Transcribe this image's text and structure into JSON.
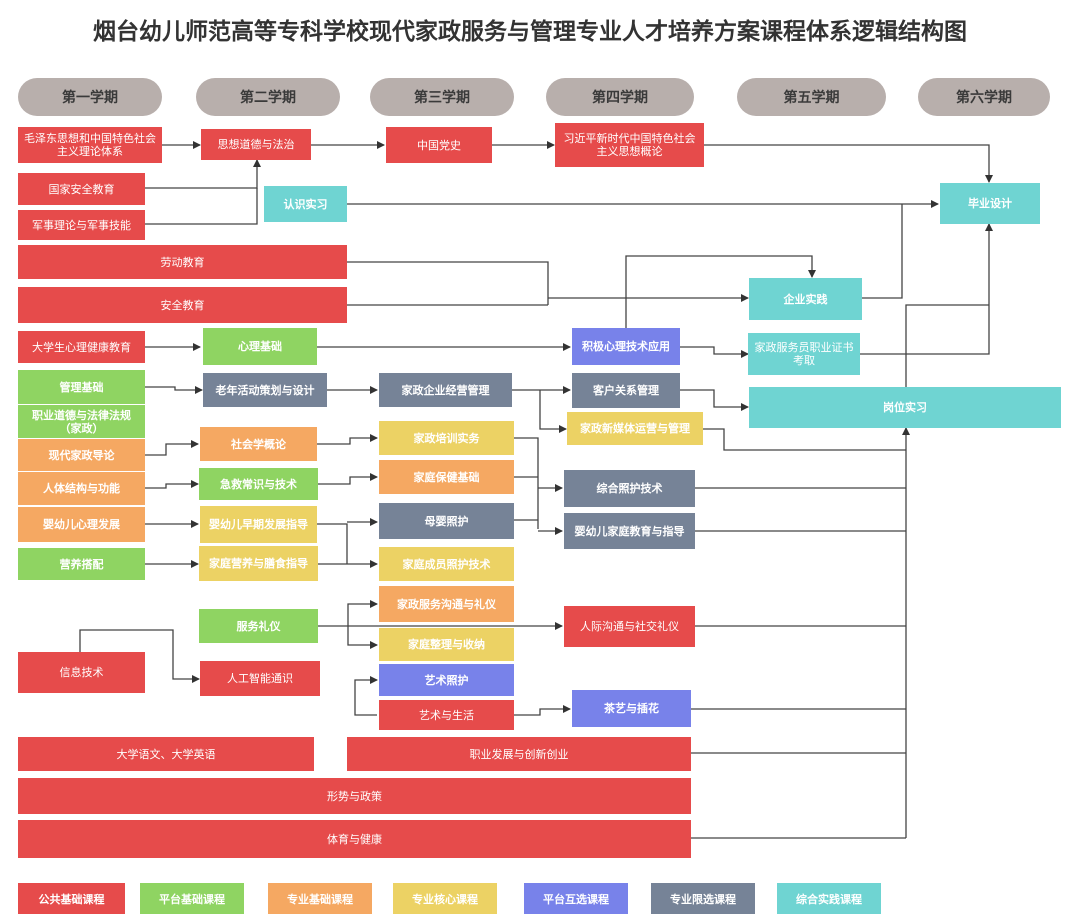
{
  "title": "烟台幼儿师范高等专科学校现代家政服务与管理专业人才培养方案课程体系逻辑结构图",
  "semesters": [
    "第一学期",
    "第二学期",
    "第三学期",
    "第四学期",
    "第五学期",
    "第六学期"
  ],
  "colors": {
    "public_basic": "#e64b4b",
    "platform_basic": "#8fd462",
    "major_basic": "#f5a862",
    "major_core": "#ecd264",
    "platform_elective": "#7882ea",
    "major_limited_elective": "#768397",
    "integrated_practice": "#6fd4d2",
    "semester_header": "#b8afac"
  },
  "courses": {
    "mao": "毛泽东思想和中国特色社会主义理论体系",
    "sixiang": "思想道德与法治",
    "dangshi": "中国党史",
    "xjp": "习近平新时代中国特色社会主义思想概论",
    "guojia": "国家安全教育",
    "junshi": "军事理论与军事技能",
    "renshi": "认识实习",
    "biye": "毕业设计",
    "laodong": "劳动教育",
    "anquan": "安全教育",
    "qiye": "企业实践",
    "xinli_edu": "大学生心理健康教育",
    "xinli_base": "心理基础",
    "jiji": "积极心理技术应用",
    "zhengshu": "家政服务员职业证书考取",
    "guanli": "管理基础",
    "laonian": "老年活动策划与设计",
    "jingying": "家政企业经营管理",
    "kehu": "客户关系管理",
    "gangwei": "岗位实习",
    "daode": "职业道德与法律法规（家政）",
    "xinmeiti": "家政新媒体运营与管理",
    "xiandai": "现代家政导论",
    "shehui": "社会学概论",
    "peixun": "家政培训实务",
    "renti": "人体结构与功能",
    "jijiu": "急救常识与技术",
    "baojian": "家庭保健基础",
    "zonghe": "综合照护技术",
    "yingyou_xl": "婴幼儿心理发展",
    "zaoqi": "婴幼儿早期发展指导",
    "muying": "母婴照护",
    "jiating_jy": "婴幼儿家庭教育与指导",
    "yingyang": "营养搭配",
    "shanshi": "家庭营养与膳食指导",
    "chengyuan": "家庭成员照护技术",
    "fuwu_liyi": "服务礼仪",
    "goutong": "家政服务沟通与礼仪",
    "renji": "人际沟通与社交礼仪",
    "zhengli": "家庭整理与收纳",
    "xinxi": "信息技术",
    "ai": "人工智能通识",
    "yishu_zh": "艺术照护",
    "yishu_sh": "艺术与生活",
    "chayi": "茶艺与插花",
    "yuwen": "大学语文、大学英语",
    "zhiye": "职业发展与创新创业",
    "xingshi": "形势与政策",
    "tiyu": "体育与健康"
  },
  "legend": [
    {
      "label": "公共基础课程",
      "color": "#e64b4b"
    },
    {
      "label": "平台基础课程",
      "color": "#8fd462"
    },
    {
      "label": "专业基础课程",
      "color": "#f5a862"
    },
    {
      "label": "专业核心课程",
      "color": "#ecd264"
    },
    {
      "label": "平台互选课程",
      "color": "#7882ea"
    },
    {
      "label": "专业限选课程",
      "color": "#768397"
    },
    {
      "label": "综合实践课程",
      "color": "#6fd4d2"
    }
  ]
}
